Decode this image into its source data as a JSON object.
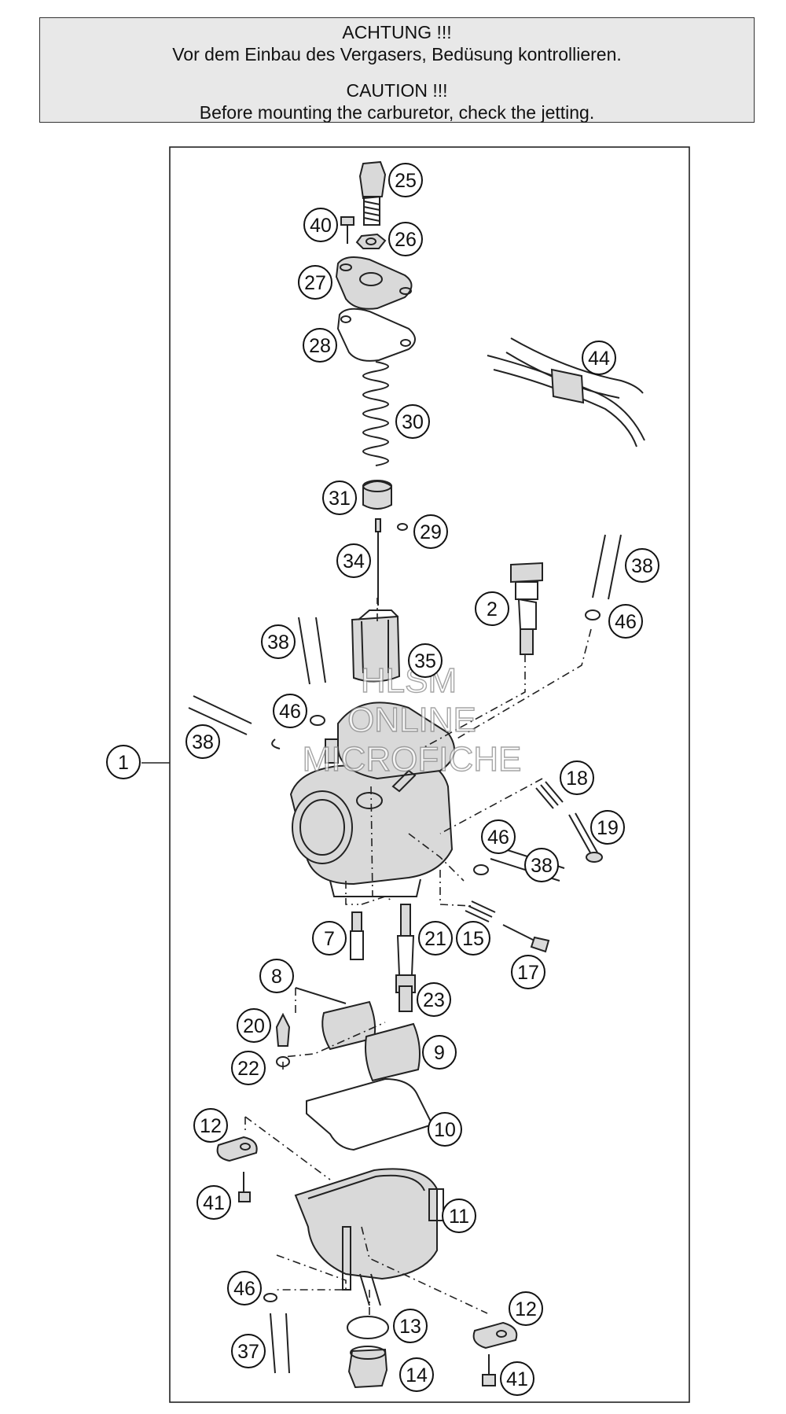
{
  "notice": {
    "de_title": "ACHTUNG !!!",
    "de_text": "Vor dem Einbau des Vergasers, Bedüsung kontrollieren.",
    "en_title": "CAUTION !!!",
    "en_text": "Before mounting the carburetor, check the jetting."
  },
  "watermark": {
    "line1": "HLSM",
    "line2": "ONLINE",
    "line3": "MICROFICHE"
  },
  "callouts": [
    {
      "id": "c1",
      "label": "1"
    },
    {
      "id": "c2",
      "label": "2"
    },
    {
      "id": "c7",
      "label": "7"
    },
    {
      "id": "c8",
      "label": "8"
    },
    {
      "id": "c9",
      "label": "9"
    },
    {
      "id": "c10",
      "label": "10"
    },
    {
      "id": "c11",
      "label": "11"
    },
    {
      "id": "c12a",
      "label": "12"
    },
    {
      "id": "c12b",
      "label": "12"
    },
    {
      "id": "c13",
      "label": "13"
    },
    {
      "id": "c14",
      "label": "14"
    },
    {
      "id": "c15",
      "label": "15"
    },
    {
      "id": "c17",
      "label": "17"
    },
    {
      "id": "c18",
      "label": "18"
    },
    {
      "id": "c19",
      "label": "19"
    },
    {
      "id": "c20",
      "label": "20"
    },
    {
      "id": "c21",
      "label": "21"
    },
    {
      "id": "c22",
      "label": "22"
    },
    {
      "id": "c23",
      "label": "23"
    },
    {
      "id": "c25",
      "label": "25"
    },
    {
      "id": "c26",
      "label": "26"
    },
    {
      "id": "c27",
      "label": "27"
    },
    {
      "id": "c28",
      "label": "28"
    },
    {
      "id": "c29",
      "label": "29"
    },
    {
      "id": "c30",
      "label": "30"
    },
    {
      "id": "c31",
      "label": "31"
    },
    {
      "id": "c34",
      "label": "34"
    },
    {
      "id": "c35",
      "label": "35"
    },
    {
      "id": "c37",
      "label": "37"
    },
    {
      "id": "c38a",
      "label": "38"
    },
    {
      "id": "c38b",
      "label": "38"
    },
    {
      "id": "c38c",
      "label": "38"
    },
    {
      "id": "c38d",
      "label": "38"
    },
    {
      "id": "c40",
      "label": "40"
    },
    {
      "id": "c41a",
      "label": "41"
    },
    {
      "id": "c41b",
      "label": "41"
    },
    {
      "id": "c44",
      "label": "44"
    },
    {
      "id": "c46a",
      "label": "46"
    },
    {
      "id": "c46b",
      "label": "46"
    },
    {
      "id": "c46c",
      "label": "46"
    },
    {
      "id": "c46d",
      "label": "46"
    }
  ]
}
